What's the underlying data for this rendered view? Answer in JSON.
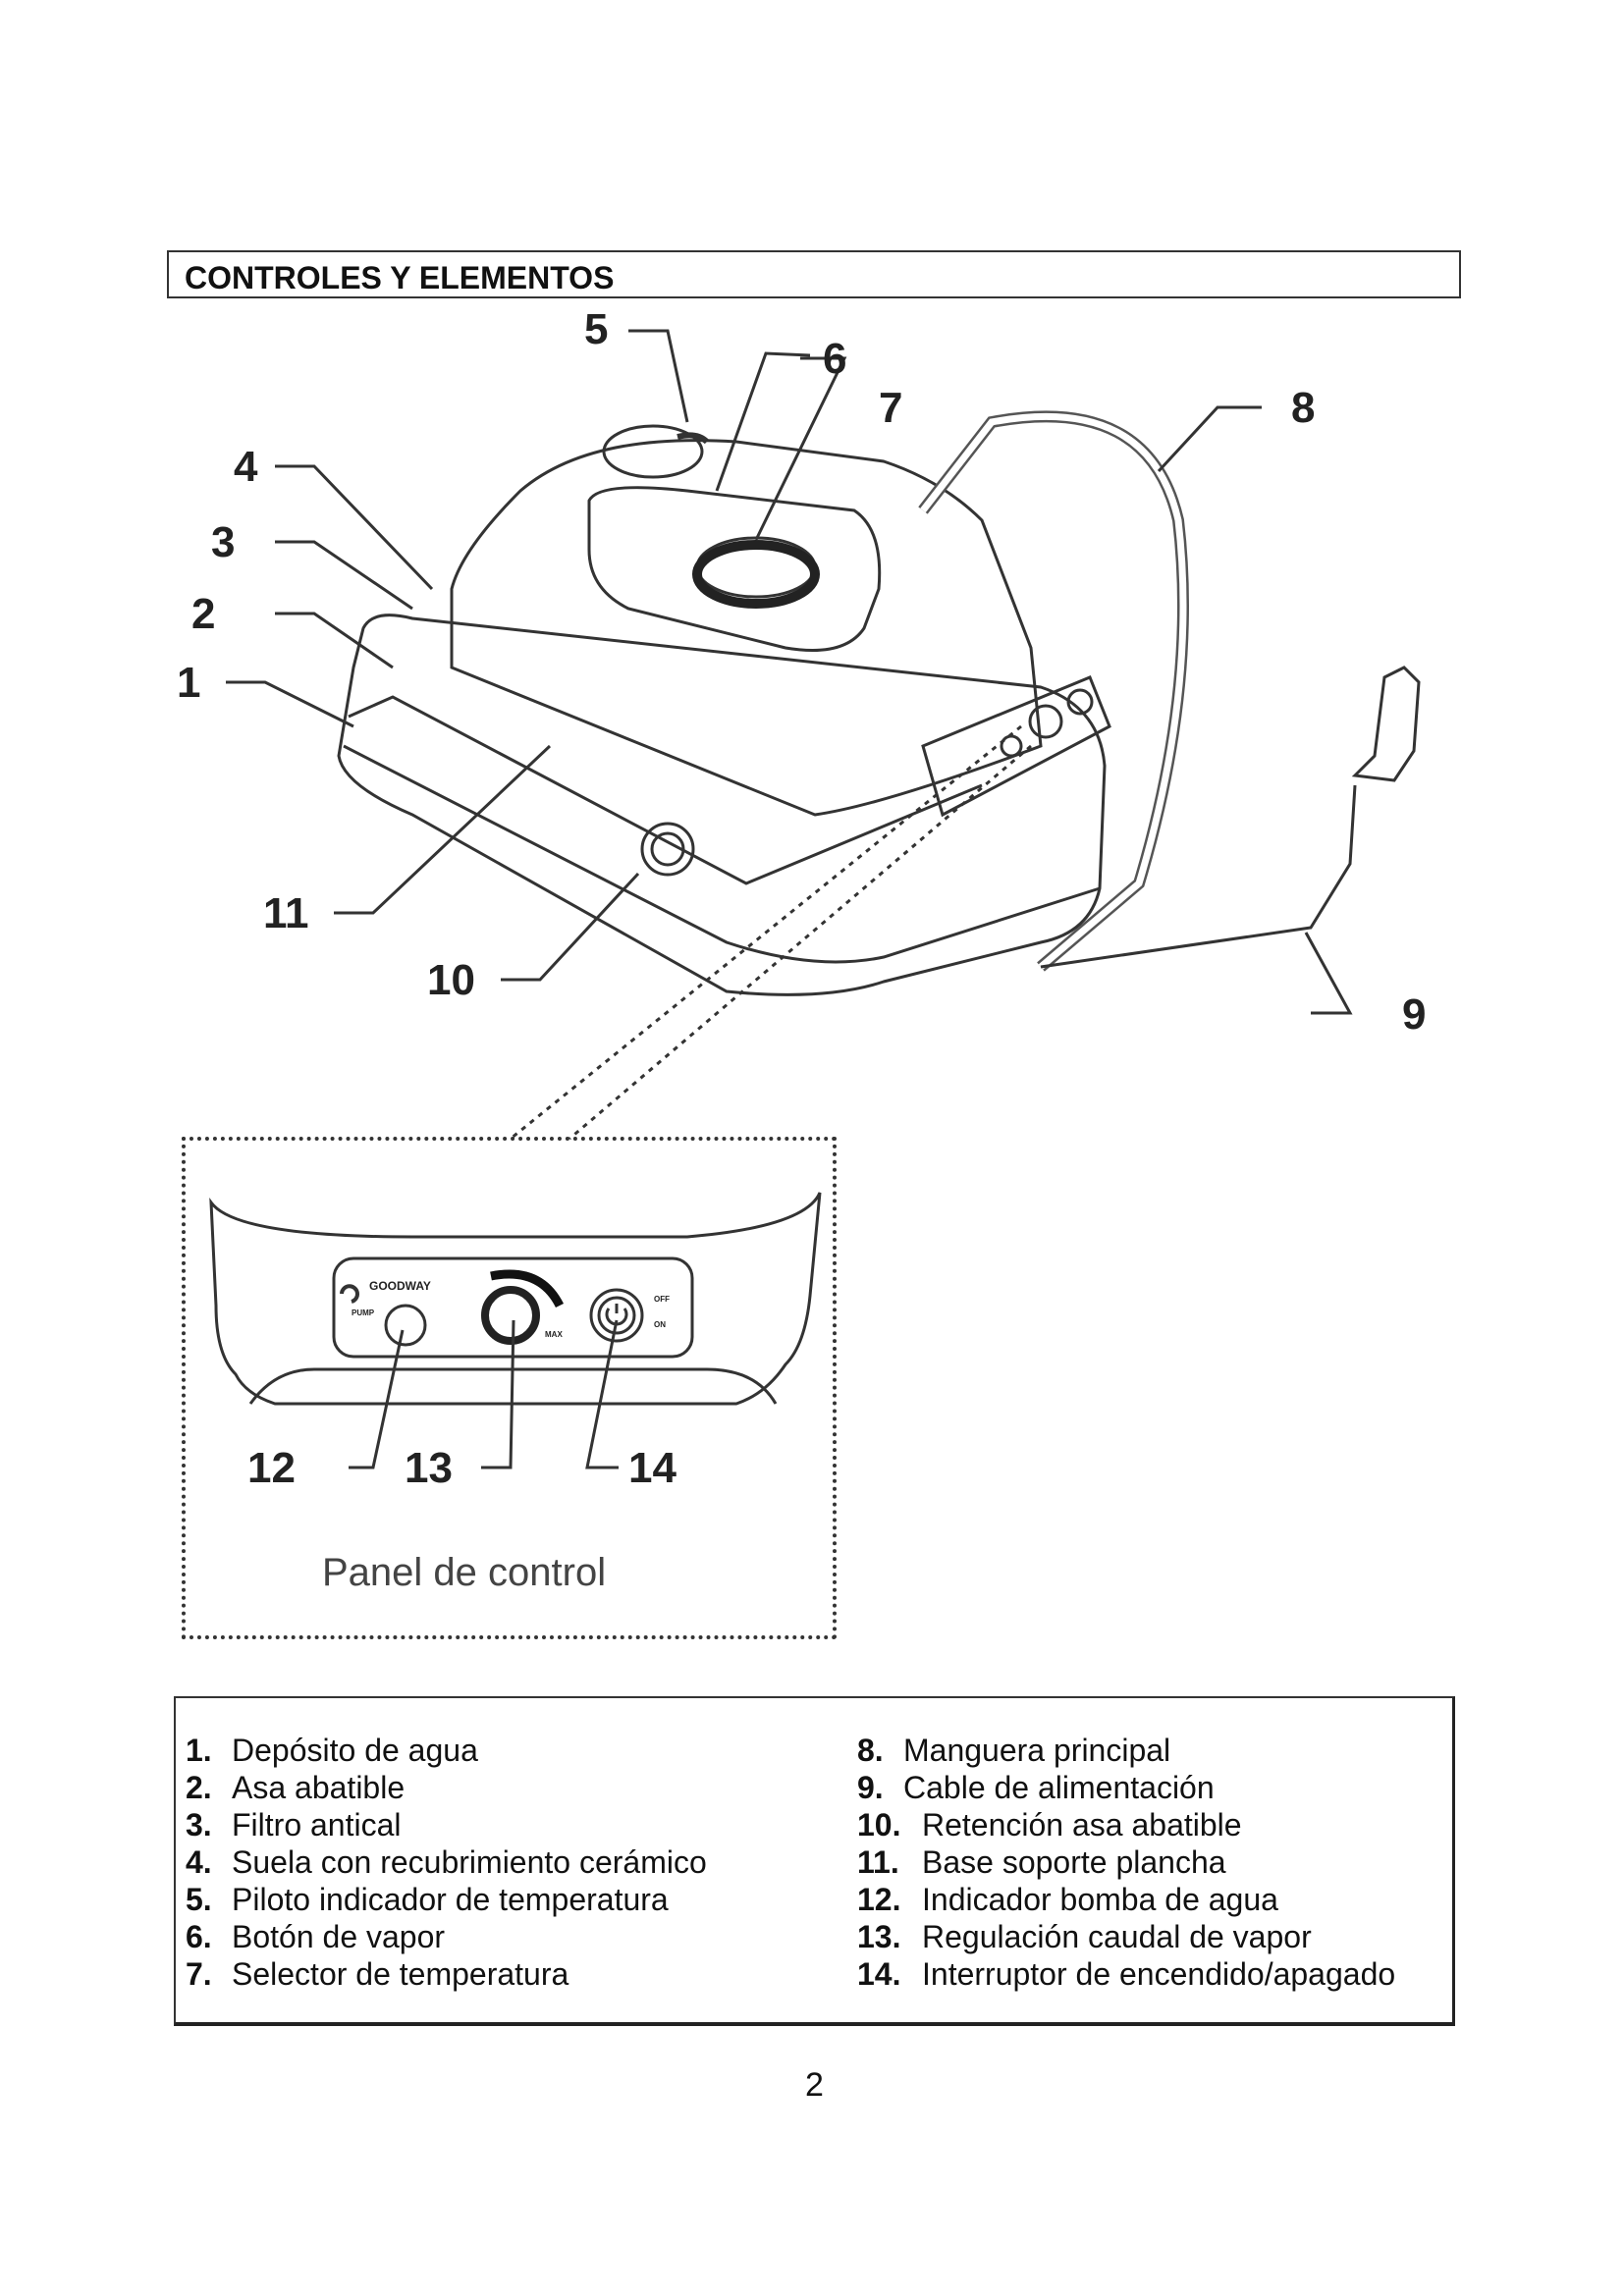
{
  "section_title": "CONTROLES Y ELEMENTOS",
  "diagram": {
    "callouts": [
      "1",
      "2",
      "3",
      "4",
      "5",
      "6",
      "7",
      "8",
      "9",
      "10",
      "11",
      "12",
      "13",
      "14"
    ],
    "panel_caption": "Panel de control",
    "panel_brand": "GOODWAY",
    "panel_text": {
      "pump": "PUMP",
      "max": "MAX",
      "off": "OFF",
      "on": "ON"
    }
  },
  "legend": {
    "left": [
      {
        "num": "1.",
        "text": "Depósito de agua"
      },
      {
        "num": "2.",
        "text": "Asa abatible"
      },
      {
        "num": "3.",
        "text": "Filtro antical"
      },
      {
        "num": "4.",
        "text": "Suela con recubrimiento  cerámico"
      },
      {
        "num": "5.",
        "text": "Piloto indicador de temperatura"
      },
      {
        "num": "6.",
        "text": "Botón de vapor"
      },
      {
        "num": "7.",
        "text": "Selector de temperatura"
      }
    ],
    "right": [
      {
        "num": "8.",
        "text": "Manguera principal"
      },
      {
        "num": "9.",
        "text": "Cable de alimentación"
      },
      {
        "num": "10.",
        "text": "Retención asa abatible"
      },
      {
        "num": "11.",
        "text": "Base soporte plancha"
      },
      {
        "num": "12.",
        "text": "Indicador bomba de agua"
      },
      {
        "num": "13.",
        "text": "Regulación caudal de vapor"
      },
      {
        "num": "14.",
        "text": "Interruptor de encendido/apagado"
      }
    ]
  },
  "page_number": "2"
}
